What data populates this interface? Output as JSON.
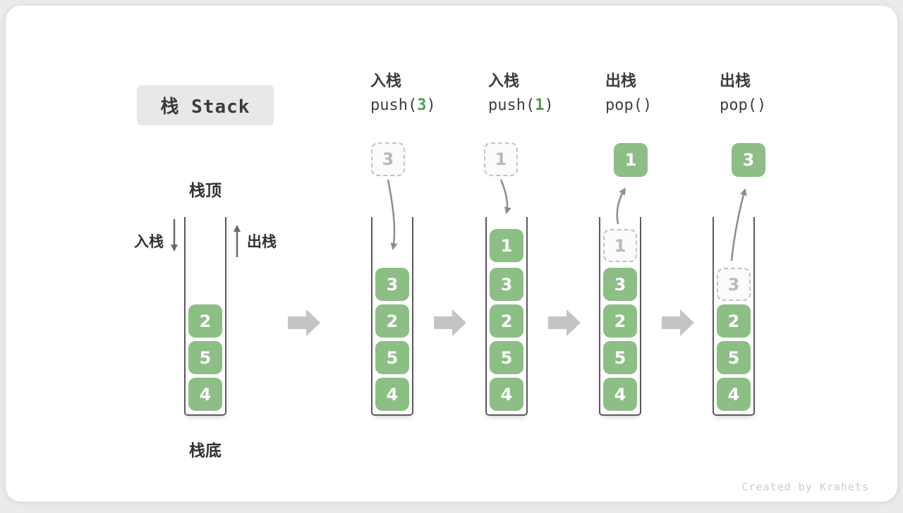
{
  "title": "栈 Stack",
  "labels": {
    "stack_top": "栈顶",
    "stack_bottom": "栈底",
    "push_side": "入栈",
    "pop_side": "出栈"
  },
  "footer": "Created by Krahets",
  "colors": {
    "cell_green": "#8cbe85",
    "code_arg_green": "#4e9e50",
    "block_arrow_gray": "#c4c4c4",
    "curve_arrow_gray": "#8d8d8d",
    "side_arrow_gray": "#6a6a6a"
  },
  "stages": [
    {
      "cells": [
        {
          "value": "2"
        },
        {
          "value": "5"
        },
        {
          "value": "4"
        }
      ]
    },
    {
      "op_label": "入栈",
      "code_before": "push(",
      "code_arg": "3",
      "code_after": ")",
      "floating": {
        "value": "3"
      },
      "cells": [
        {
          "value": "3"
        },
        {
          "value": "2"
        },
        {
          "value": "5"
        },
        {
          "value": "4"
        }
      ]
    },
    {
      "op_label": "入栈",
      "code_before": "push(",
      "code_arg": "1",
      "code_after": ")",
      "floating": {
        "value": "1"
      },
      "cells": [
        {
          "value": "1"
        },
        {
          "value": "3"
        },
        {
          "value": "2"
        },
        {
          "value": "5"
        },
        {
          "value": "4"
        }
      ]
    },
    {
      "op_label": "出栈",
      "code_before": "pop(",
      "code_arg": "",
      "code_after": ")",
      "floating": {
        "value": "1"
      },
      "ghost": {
        "value": "1"
      },
      "cells": [
        {
          "value": "3"
        },
        {
          "value": "2"
        },
        {
          "value": "5"
        },
        {
          "value": "4"
        }
      ]
    },
    {
      "op_label": "出栈",
      "code_before": "pop(",
      "code_arg": "",
      "code_after": ")",
      "floating": {
        "value": "3"
      },
      "ghost": {
        "value": "3"
      },
      "cells": [
        {
          "value": "2"
        },
        {
          "value": "5"
        },
        {
          "value": "4"
        }
      ]
    }
  ]
}
